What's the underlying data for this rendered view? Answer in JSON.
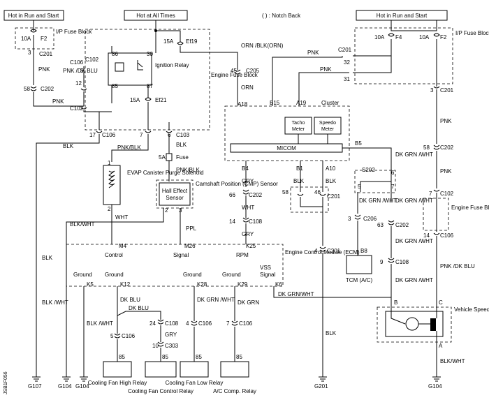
{
  "legend": "( ) : Notch Back",
  "headers": {
    "hot_run_start_left": "Hot in Run and Start",
    "hot_all_times": "Hot at All Times",
    "hot_run_start_right": "Hot in Run and Start"
  },
  "fuse_blocks": {
    "ip_left": {
      "fuse": "F2",
      "amp": "10A",
      "label": "I/P Fuse Block",
      "conn": "C201",
      "pin": "3"
    },
    "engine": {
      "label": "Engine Fuse Block",
      "fuse_ef19": "Ef19",
      "amp_ef19": "15A",
      "fuse_ef21": "Ef21",
      "amp_ef21": "15A"
    },
    "ip_right": {
      "fuse_f4": "F4",
      "amp_f4": "10A",
      "fuse_f2": "F2",
      "amp_f2": "10A",
      "label": "I/P Fuse Block"
    },
    "engine_right": {
      "label": "Engine Fuse Block"
    }
  },
  "relay": {
    "label": "Ignition Relay",
    "pins": [
      "86",
      "30",
      "85",
      "87"
    ]
  },
  "wires": {
    "pnk": "PNK",
    "pnk_dkblu": "PNK /DK BLU",
    "orn_blk": "ORN /BLK(ORN)",
    "orn": "ORN",
    "blk": "BLK",
    "pnk_blk": "PNK/BLK",
    "pnk_blk2": "PNK/BLK",
    "blk_wht": "BLK/WHT",
    "wht": "WHT",
    "ppl": "PPL",
    "gry": "GRY",
    "wht2": "WHT",
    "gry2": "GRY",
    "dk_grn_wht": "DK GRN /WHT",
    "dk_blu": "DK BLU",
    "dk_blu2": "DK BLU",
    "gry3": "GRY",
    "dk_grn_wht2": "DK GRN /WHT",
    "dk_grn": "DK GRN",
    "blk_wht2": "BLK /WHT",
    "blk_wht3": "BLK /WHT",
    "dk_grn_wht_vss": "DK GRN/WHT",
    "pnk_dkblu2": "PNK /DK BLU",
    "blk_wht4": "BLK/WHT",
    "blk_ground": "BLK",
    "blk_b1": "BLK",
    "blk_a10": "BLK"
  },
  "components": {
    "evap": "EVAP Canister Purge Solenoid",
    "hall": "Hall Effect Sensor",
    "cmp": "Camshaft Position (CMP) Sensor",
    "ecm": "Engine Control Module (ECM)",
    "cluster": "Cluster",
    "tacho": "Tacho Meter",
    "speedo": "Speedo Meter",
    "micom": "MICOM",
    "tcm": "TCM (A/C)",
    "vss": "Vehicle Speed Sensor (VSS) (M/T)",
    "fuse_label": "Fuse",
    "fuse_amp": "5A"
  },
  "ecm_terminals": {
    "m4": "M4",
    "m26": "M26",
    "k25": "K25",
    "control": "Control",
    "signal": "Signal",
    "rpm": "RPM",
    "ground": "Ground",
    "vss_signal": "VSS Signal",
    "k5": "K5",
    "k12": "K12",
    "k28": "K28",
    "k29": "K29",
    "k6": "K6"
  },
  "relays": {
    "high": "Cooling Fan High Relay",
    "control": "Cooling Fan Control Relay",
    "low": "Cooling Fan Low Relay",
    "ac": "A/C Comp. Relay"
  },
  "grounds": [
    "G107",
    "G104",
    "G104",
    "G201",
    "G104"
  ],
  "connectors": {
    "c106": "C106",
    "c102": "C102",
    "c202": "C202",
    "c205": "C205",
    "c103": "C103",
    "c201": "C201",
    "c108": "C108",
    "c206": "C206",
    "c303": "C303",
    "s202": "S202"
  },
  "pins": {
    "a18": "A18",
    "b15": "B15",
    "a19": "A19",
    "b5": "B5",
    "b4": "B4",
    "b1": "B1",
    "a10": "A10",
    "b8": "B8"
  },
  "diagram_id": "JSB1F056"
}
